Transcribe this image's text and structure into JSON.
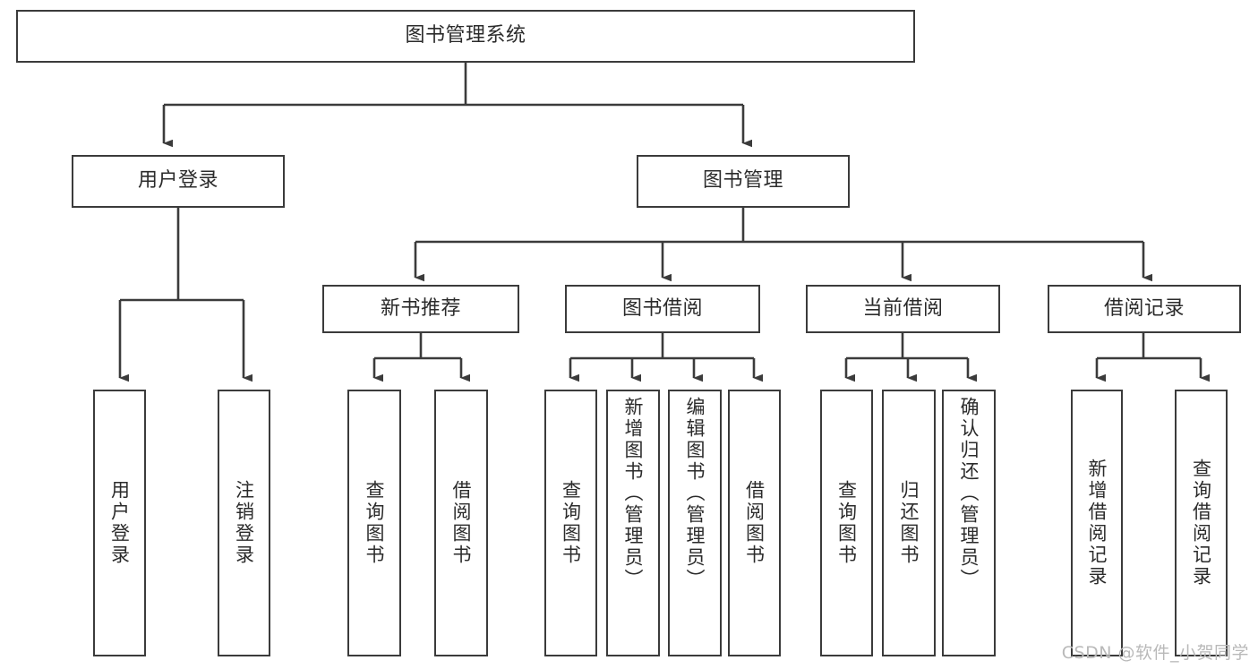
{
  "diagram": {
    "type": "tree-hierarchy-function-structure",
    "title": "图书管理系统",
    "watermark": "CSDN @软件_小贺同学",
    "colors": {
      "box_border": "#3b3b3b",
      "box_fill": "#ffffff",
      "connector": "#3b3b3b",
      "text": "#2b2b2b",
      "watermark": "#b9b9b9",
      "background": "#ffffff"
    },
    "root": {
      "label": "图书管理系统"
    },
    "level1": [
      {
        "label": "用户登录"
      },
      {
        "label": "图书管理"
      }
    ],
    "level2": [
      {
        "label": "新书推荐"
      },
      {
        "label": "图书借阅"
      },
      {
        "label": "当前借阅"
      },
      {
        "label": "借阅记录"
      }
    ],
    "leaves": {
      "user_login": [
        {
          "label": "用户登录"
        },
        {
          "label": "注销登录"
        }
      ],
      "new_book_recommend": [
        {
          "label": "查询图书"
        },
        {
          "label": "借阅图书"
        }
      ],
      "book_borrow": [
        {
          "label": "查询图书"
        },
        {
          "label": "新增图书（管理员）"
        },
        {
          "label": "编辑图书（管理员）"
        },
        {
          "label": "借阅图书"
        }
      ],
      "current_borrow": [
        {
          "label": "查询图书"
        },
        {
          "label": "归还图书"
        },
        {
          "label": "确认归还（管理员）"
        }
      ],
      "borrow_record": [
        {
          "label": "新增借阅记录"
        },
        {
          "label": "查询借阅记录"
        }
      ]
    }
  }
}
